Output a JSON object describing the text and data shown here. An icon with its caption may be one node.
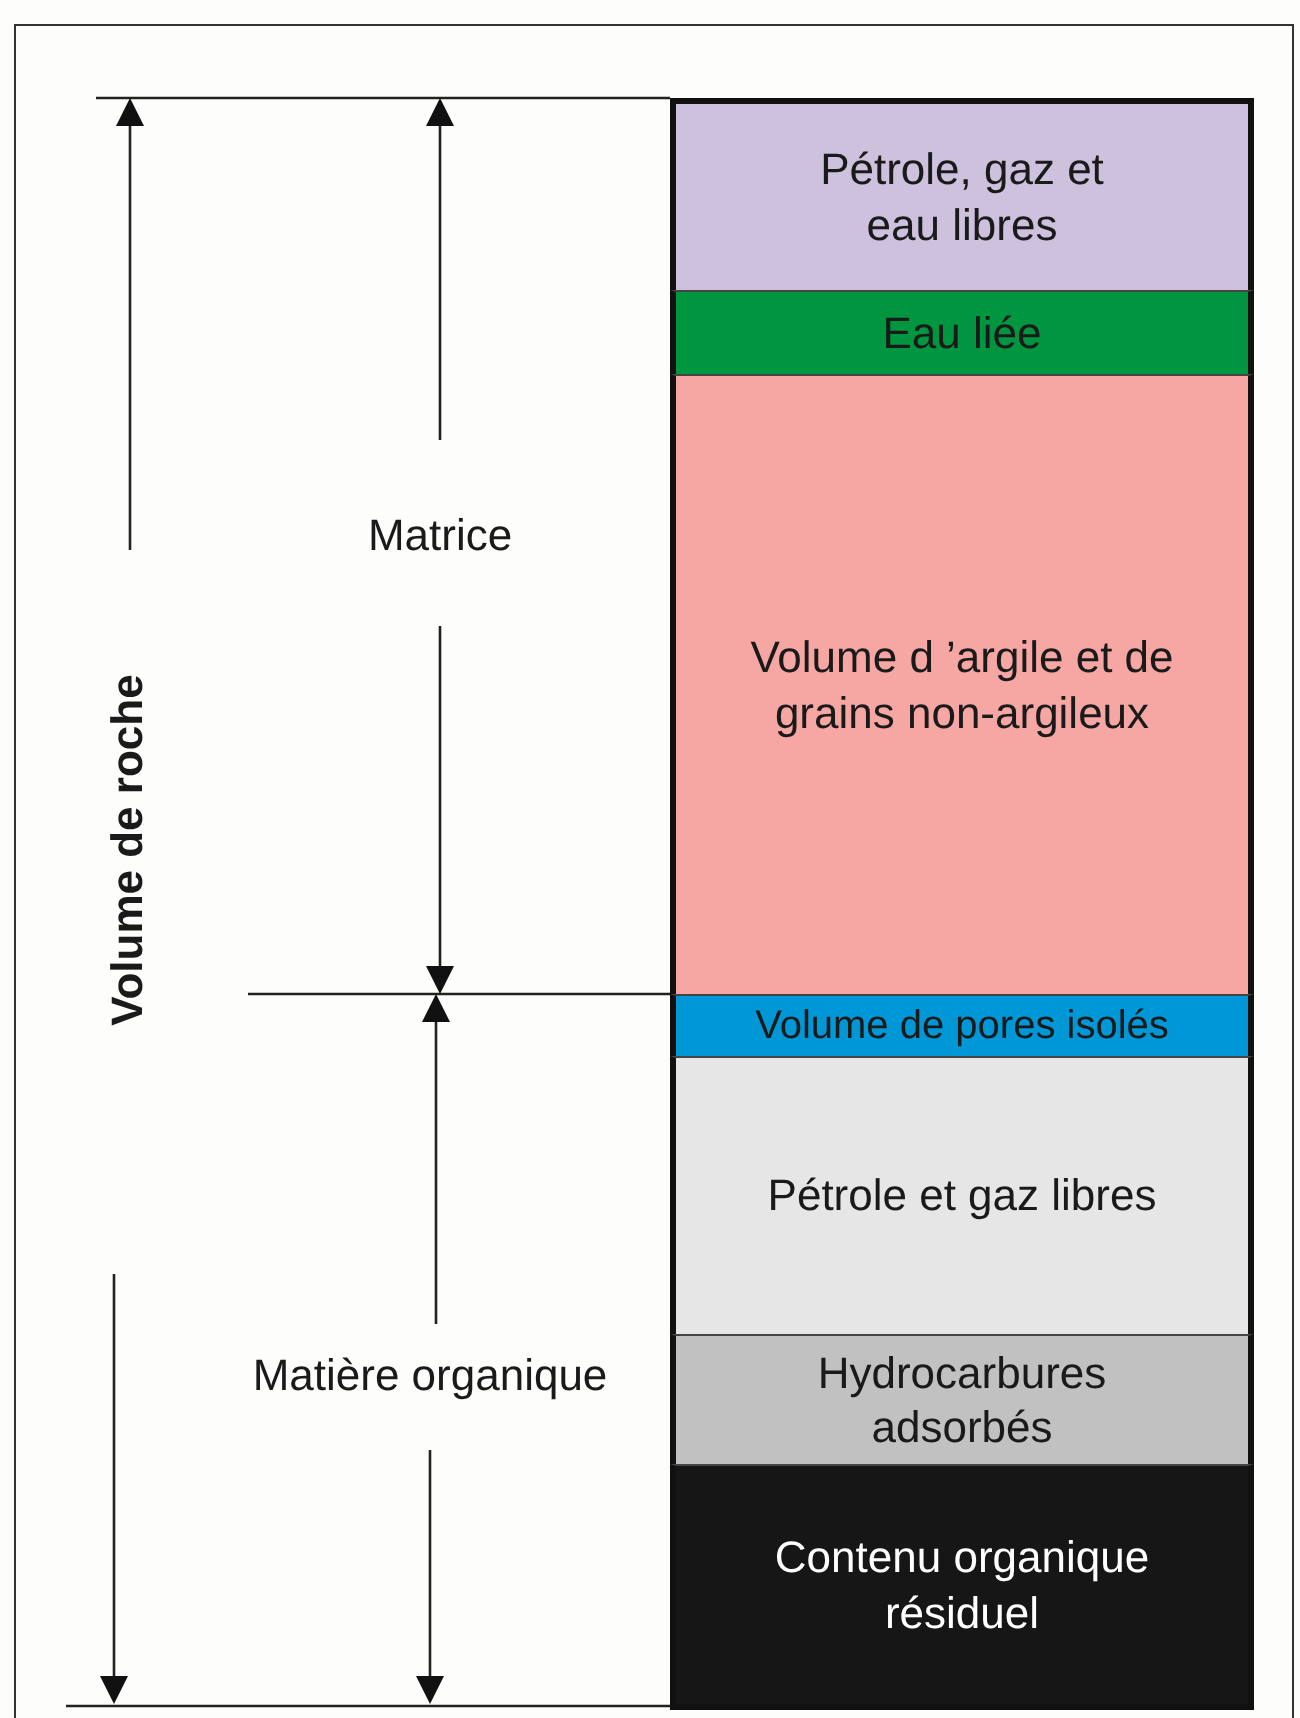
{
  "diagram": {
    "nodes": [
      {
        "text": [
          "Pétrole, gaz et eau libres"
        ]
      },
      {
        "text": [
          "Eau liée"
        ]
      },
      {
        "text": [
          "Volume d ’argile et de grains non-argileux"
        ]
      },
      {
        "text": [
          "Volume de pores isolés"
        ]
      },
      {
        "text": [
          "Pétrole et gaz libres"
        ]
      },
      {
        "text": [
          "Hydrocarbures adsorbés"
        ]
      },
      {
        "text": [
          "Contenu organique résiduel"
        ]
      }
    ],
    "labels": [
      "Volume de roche",
      "Matrice",
      "Matière organique"
    ]
  }
}
